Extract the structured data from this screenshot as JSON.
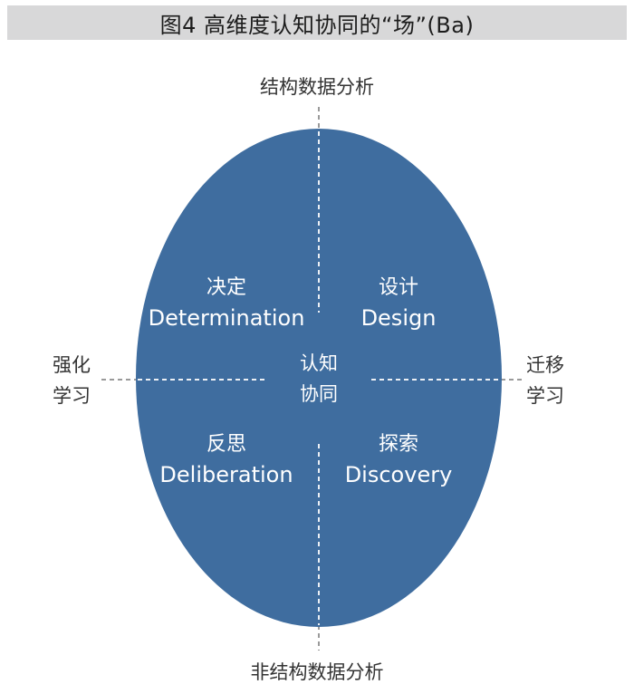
{
  "title": "图4 高维度认知协同的“场”(Ba)",
  "axes": {
    "top": "结构数据分析",
    "bottom": "非结构数据分析",
    "left": [
      "强化",
      "学习"
    ],
    "right": [
      "迁移",
      "学习"
    ]
  },
  "center": [
    "认知",
    "协同"
  ],
  "quadrants": {
    "top_left": {
      "zh": "决定",
      "en": "Determination"
    },
    "top_right": {
      "zh": "设计",
      "en": "Design"
    },
    "bottom_left": {
      "zh": "反思",
      "en": "Deliberation"
    },
    "bottom_right": {
      "zh": "探索",
      "en": "Discovery"
    }
  },
  "colors": {
    "ellipse_fill": "#3f6d9f",
    "title_bar": "#d8d8d9",
    "dashed_line_outer": "#9a9a9a",
    "dashed_line_inner": "#ffffff"
  }
}
